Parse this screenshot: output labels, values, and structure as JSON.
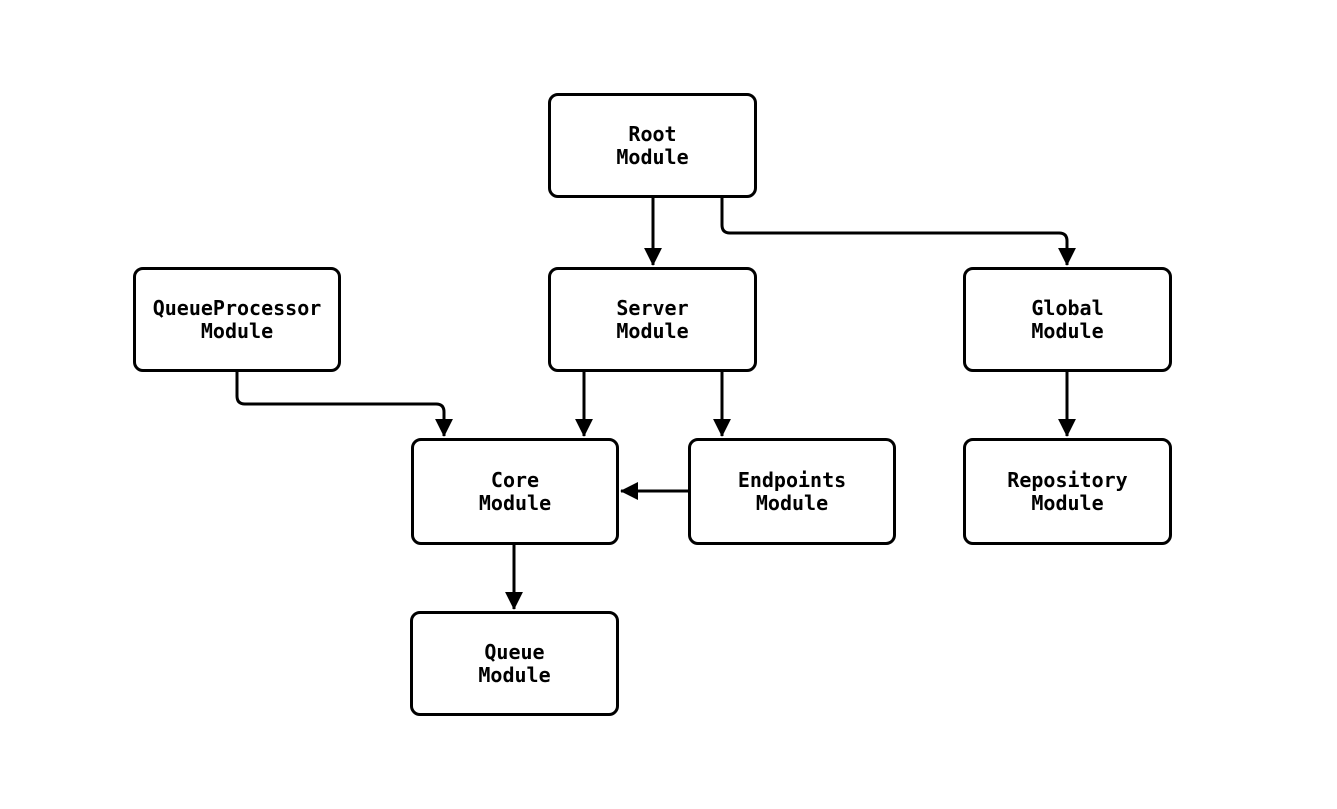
{
  "diagram": {
    "type": "module-dependency-flowchart",
    "colors": {
      "stroke": "#000000",
      "node_fill": "#ffffff",
      "background": "#ffffff"
    },
    "nodes": {
      "root": {
        "label": "Root\nModule"
      },
      "queueprocessor": {
        "label": "QueueProcessor\nModule"
      },
      "server": {
        "label": "Server\nModule"
      },
      "global": {
        "label": "Global\nModule"
      },
      "core": {
        "label": "Core\nModule"
      },
      "endpoints": {
        "label": "Endpoints\nModule"
      },
      "repository": {
        "label": "Repository\nModule"
      },
      "queue": {
        "label": "Queue\nModule"
      }
    },
    "edges": [
      {
        "from": "root",
        "to": "server"
      },
      {
        "from": "root",
        "to": "global"
      },
      {
        "from": "queueprocessor",
        "to": "core"
      },
      {
        "from": "server",
        "to": "core"
      },
      {
        "from": "server",
        "to": "endpoints"
      },
      {
        "from": "endpoints",
        "to": "core"
      },
      {
        "from": "global",
        "to": "repository"
      },
      {
        "from": "core",
        "to": "queue"
      }
    ]
  }
}
